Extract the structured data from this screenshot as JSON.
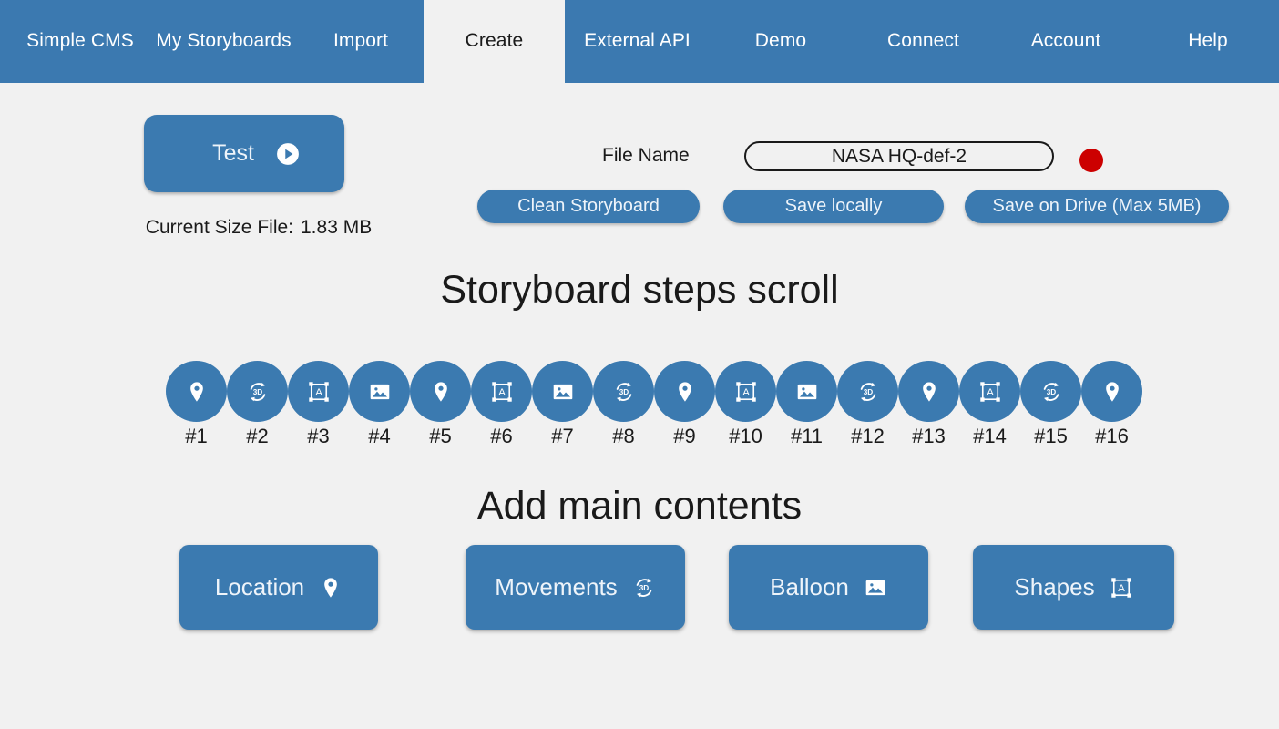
{
  "app": {
    "accent_blue": "#3b7ab0",
    "nav_blue": "#3b79b0",
    "page_background": "#f1f1f1",
    "status_red": "#cc0000"
  },
  "nav": {
    "items": [
      {
        "label": "Simple CMS",
        "active": false,
        "width": 152
      },
      {
        "label": "My Storyboards",
        "active": false,
        "width": 163
      },
      {
        "label": "Import",
        "active": false,
        "width": 138
      },
      {
        "label": "Create",
        "active": true,
        "width": 155
      },
      {
        "label": "External API",
        "active": false,
        "width": 159
      },
      {
        "label": "Demo",
        "active": false,
        "width": 156
      },
      {
        "label": "Connect",
        "active": false,
        "width": 157
      },
      {
        "label": "Account",
        "active": false,
        "width": 156
      },
      {
        "label": "Help",
        "active": false,
        "width": 156
      }
    ]
  },
  "toolbar": {
    "test_label": "Test",
    "test_icon": "play-circle-icon",
    "size_label": "Current Size File:",
    "size_value": "1.83 MB",
    "filename_label": "File Name",
    "filename_value": "NASA HQ-def-2",
    "filename_placeholder": "File name",
    "status_dot": "recording-status-dot",
    "clean_label": "Clean Storyboard",
    "save_local_label": "Save locally",
    "save_drive_label": "Save on Drive (Max 5MB)"
  },
  "steps_section": {
    "title": "Storyboard steps scroll",
    "steps": [
      {
        "label": "#1",
        "icon": "location-pin-icon"
      },
      {
        "label": "#2",
        "icon": "3d-rotate-icon"
      },
      {
        "label": "#3",
        "icon": "shapes-icon"
      },
      {
        "label": "#4",
        "icon": "image-icon"
      },
      {
        "label": "#5",
        "icon": "location-pin-icon"
      },
      {
        "label": "#6",
        "icon": "shapes-icon"
      },
      {
        "label": "#7",
        "icon": "image-icon"
      },
      {
        "label": "#8",
        "icon": "3d-rotate-icon"
      },
      {
        "label": "#9",
        "icon": "location-pin-icon"
      },
      {
        "label": "#10",
        "icon": "shapes-icon"
      },
      {
        "label": "#11",
        "icon": "image-icon"
      },
      {
        "label": "#12",
        "icon": "3d-rotate-icon"
      },
      {
        "label": "#13",
        "icon": "location-pin-icon"
      },
      {
        "label": "#14",
        "icon": "shapes-icon"
      },
      {
        "label": "#15",
        "icon": "3d-rotate-icon"
      },
      {
        "label": "#16",
        "icon": "location-pin-icon"
      }
    ]
  },
  "add_section": {
    "title": "Add main contents",
    "buttons": [
      {
        "label": "Location",
        "icon": "location-pin-icon",
        "class": "cb-location"
      },
      {
        "label": "Movements",
        "icon": "3d-rotate-icon",
        "class": "cb-movements"
      },
      {
        "label": "Balloon",
        "icon": "image-icon",
        "class": "cb-balloon"
      },
      {
        "label": "Shapes",
        "icon": "shapes-icon",
        "class": "cb-shapes"
      }
    ]
  }
}
